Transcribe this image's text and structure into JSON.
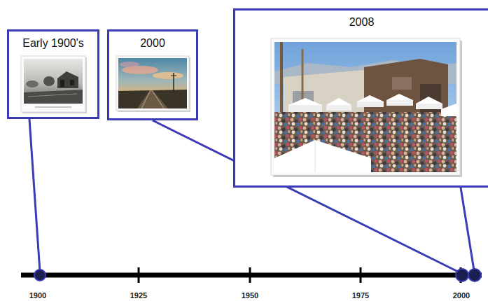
{
  "diagram": {
    "nodes": [
      {
        "text": [
          "Early 1900's"
        ]
      },
      {
        "text": [
          "2000"
        ]
      },
      {
        "text": [
          "2008"
        ]
      }
    ],
    "labels": [
      "1900",
      "1925",
      "1950",
      "1975",
      "2000"
    ]
  }
}
